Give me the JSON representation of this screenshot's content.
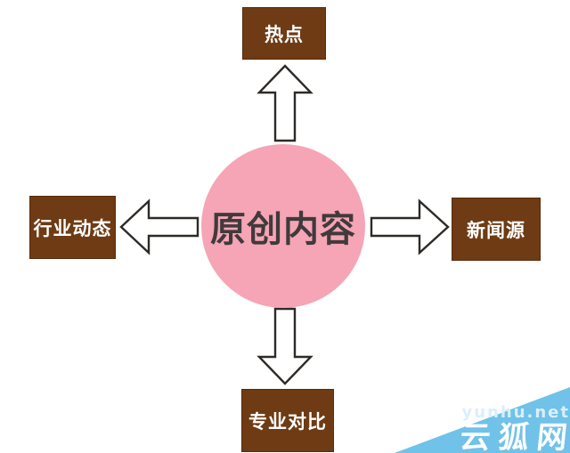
{
  "diagram": {
    "center": {
      "label": "原创内容"
    },
    "nodes": [
      {
        "id": "hotspots",
        "position": "top",
        "label": "热点"
      },
      {
        "id": "industry-trends",
        "position": "left",
        "label": "行业动态"
      },
      {
        "id": "news-sources",
        "position": "right",
        "label": "新闻源"
      },
      {
        "id": "professional-comparison",
        "position": "bottom",
        "label": "专业对比"
      }
    ],
    "arrows": [
      "up",
      "left",
      "right",
      "down"
    ],
    "colors": {
      "node_bg": "#6e3b14",
      "node_border": "#572c0c",
      "node_text": "#ffffff",
      "center_bg": "#f5a5b5",
      "center_text": "#403a3c",
      "arrow_fill": "#ffffff",
      "arrow_stroke": "#2d2a27"
    }
  },
  "watermark": {
    "url_text": "yunhu.net",
    "site_name": "云狐网",
    "color": "#70c2e9"
  }
}
